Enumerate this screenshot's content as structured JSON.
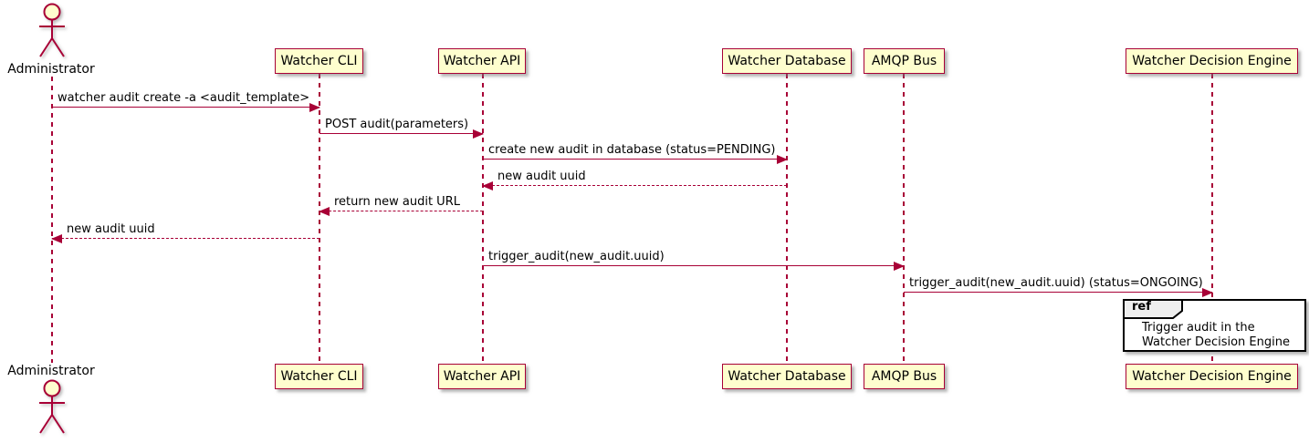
{
  "colors": {
    "accent": "#A80036",
    "participant_fill": "#FEFECE",
    "ref_header_fill": "#EEEEEE",
    "background": "#FFFFFF"
  },
  "actor": {
    "name": "Administrator"
  },
  "participants": [
    {
      "id": "watcher-cli",
      "label": "Watcher CLI"
    },
    {
      "id": "watcher-api",
      "label": "Watcher API"
    },
    {
      "id": "watcher-database",
      "label": "Watcher Database"
    },
    {
      "id": "amqp-bus",
      "label": "AMQP Bus"
    },
    {
      "id": "watcher-decision-engine",
      "label": "Watcher Decision Engine"
    }
  ],
  "messages": [
    {
      "from": "Administrator",
      "to": "Watcher CLI",
      "text": "watcher audit create -a <audit_template>",
      "line": "solid",
      "direction": "right"
    },
    {
      "from": "Watcher CLI",
      "to": "Watcher API",
      "text": "POST audit(parameters)",
      "line": "solid",
      "direction": "right"
    },
    {
      "from": "Watcher API",
      "to": "Watcher Database",
      "text": "create new audit in database (status=PENDING)",
      "line": "solid",
      "direction": "right"
    },
    {
      "from": "Watcher Database",
      "to": "Watcher API",
      "text": "new audit uuid",
      "line": "dashed",
      "direction": "left"
    },
    {
      "from": "Watcher API",
      "to": "Watcher CLI",
      "text": "return new audit URL",
      "line": "dashed",
      "direction": "left"
    },
    {
      "from": "Watcher CLI",
      "to": "Administrator",
      "text": "new audit uuid",
      "line": "dashed",
      "direction": "left"
    },
    {
      "from": "Watcher API",
      "to": "AMQP Bus",
      "text": "trigger_audit(new_audit.uuid)",
      "line": "solid",
      "direction": "right"
    },
    {
      "from": "AMQP Bus",
      "to": "Watcher Decision Engine",
      "text": "trigger_audit(new_audit.uuid) (status=ONGOING)",
      "line": "solid",
      "direction": "right"
    }
  ],
  "ref_fragment": {
    "keyword": "ref",
    "lines": [
      "Trigger audit in the",
      "Watcher Decision Engine"
    ]
  }
}
